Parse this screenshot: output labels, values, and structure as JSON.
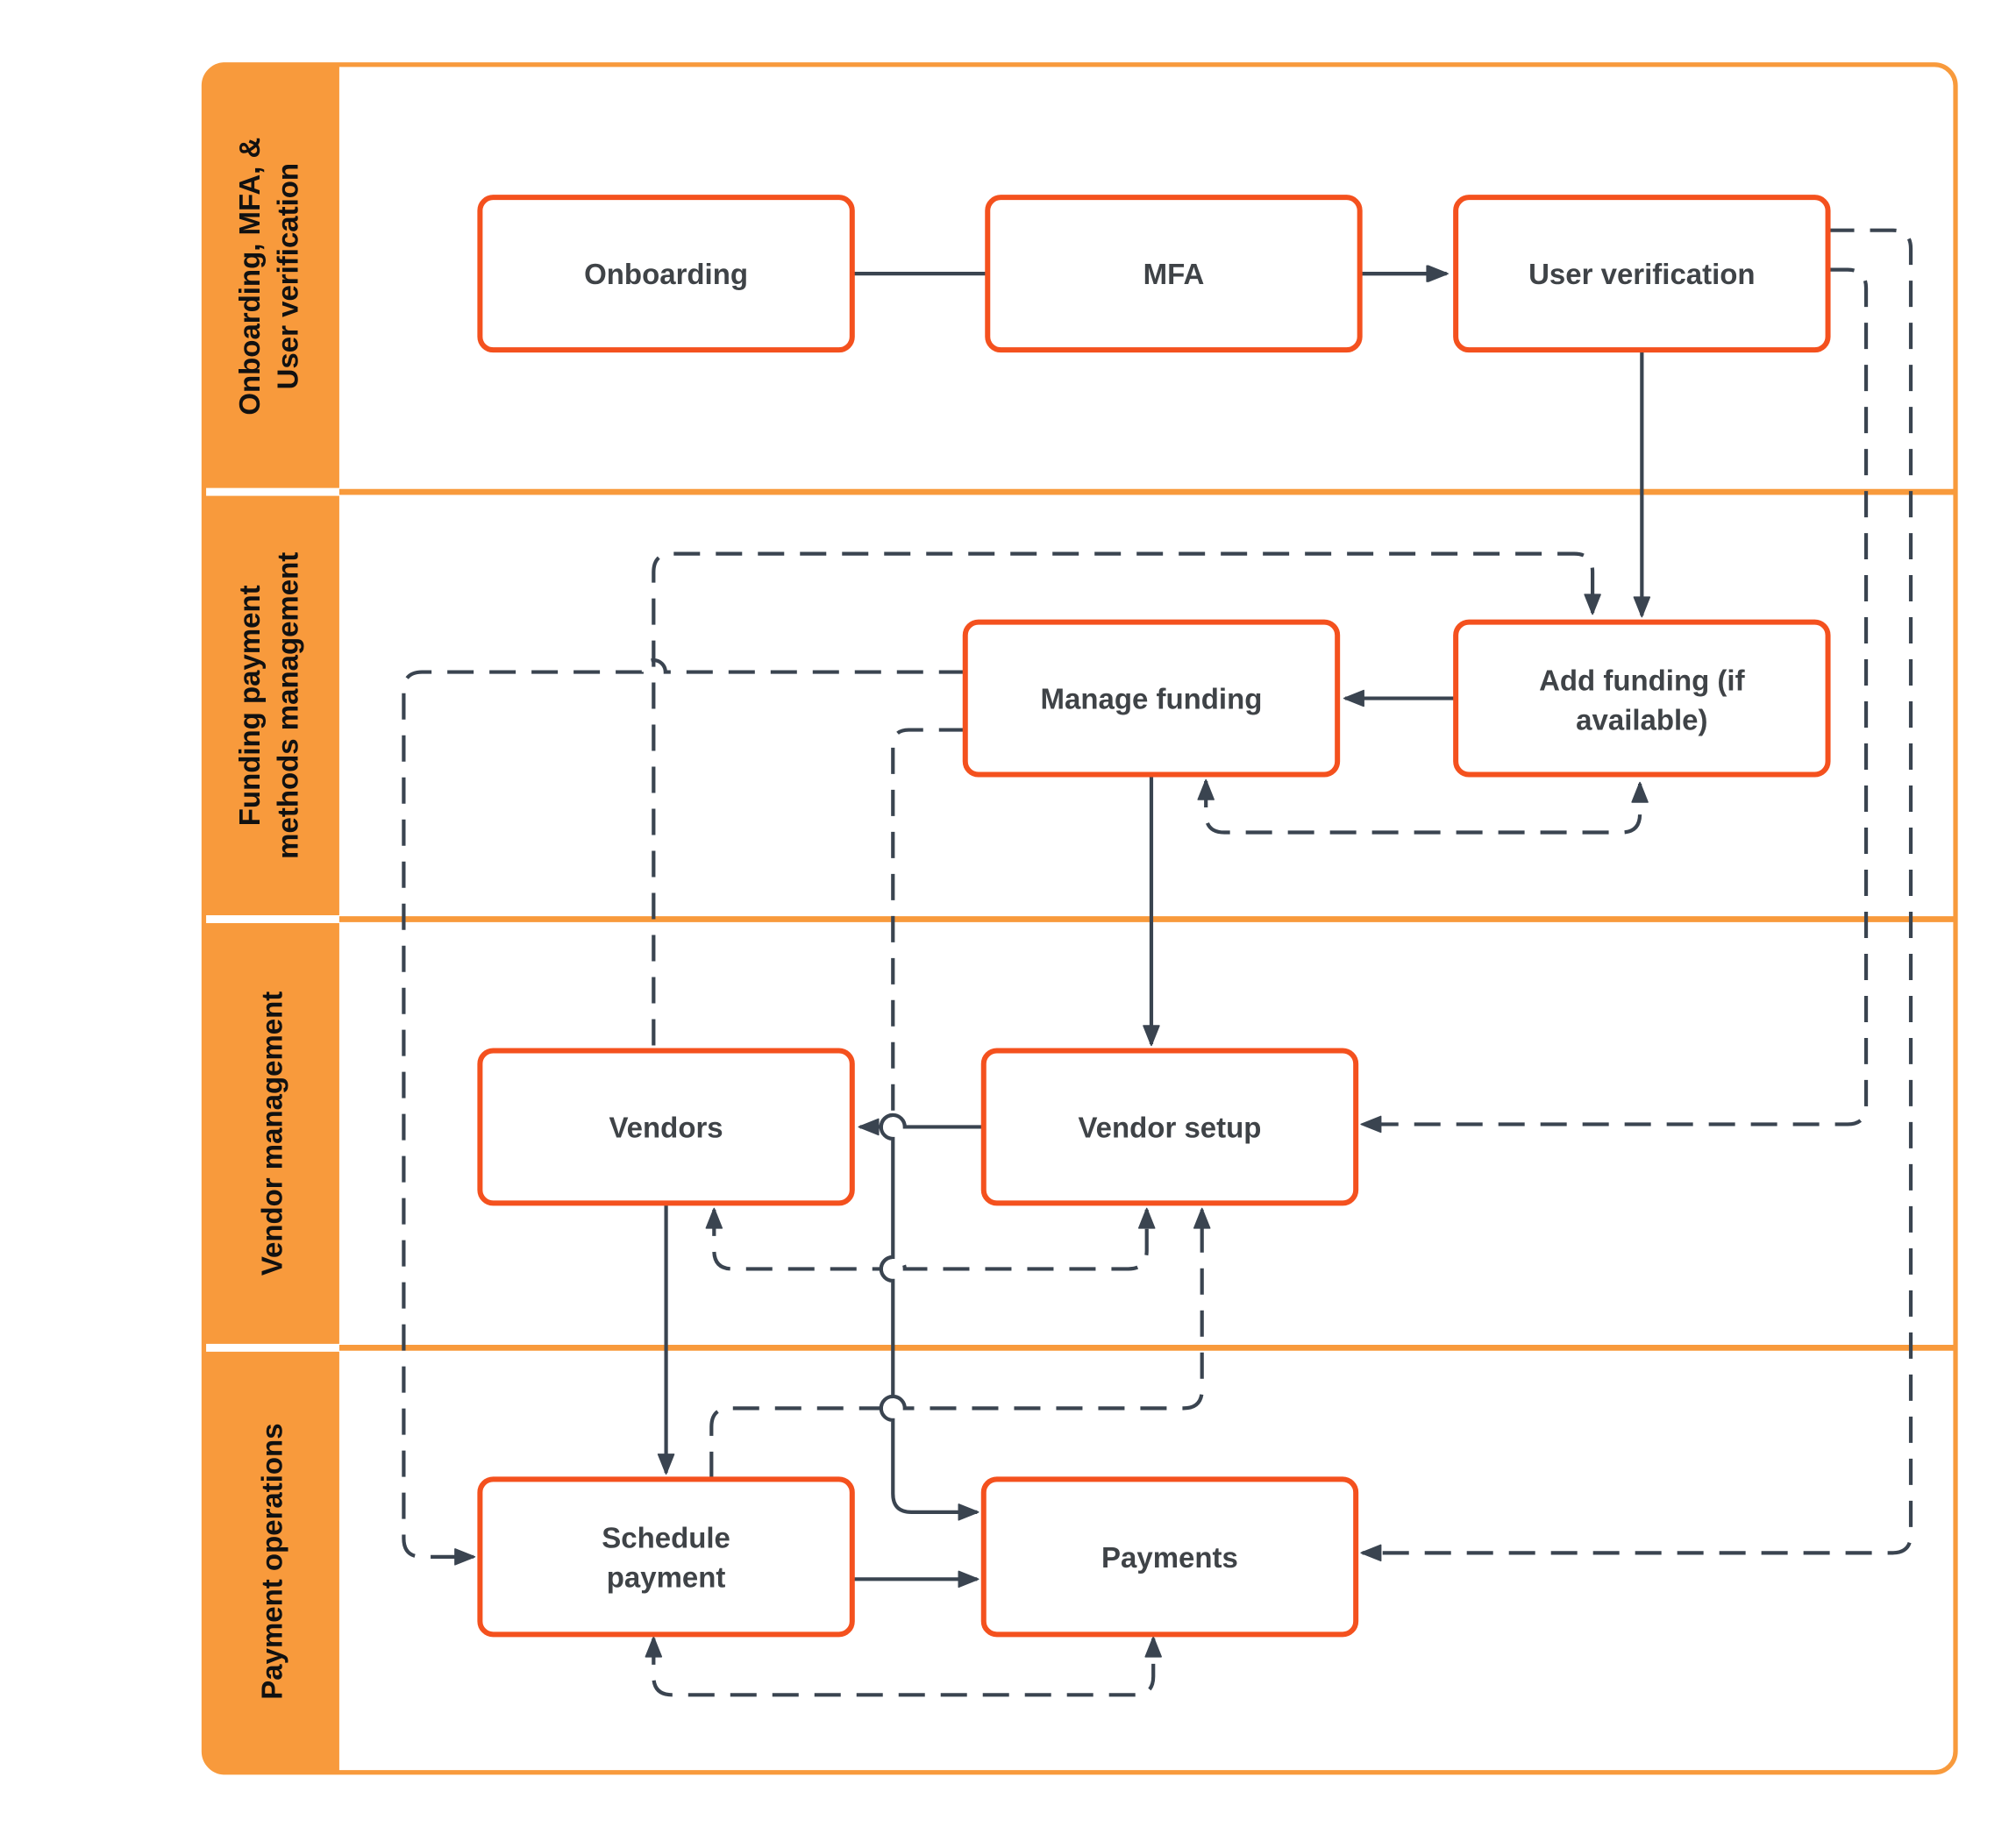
{
  "colors": {
    "lane_orange": "#F89A3C",
    "node_border_orange": "#F4511E",
    "connector_slate": "#3A4450",
    "node_text": "#3F4347",
    "lane_label_text": "#111111",
    "background": "#FFFFFF"
  },
  "lanes": [
    {
      "id": "lane-1",
      "label": "Onboarding, MFA, & User verification",
      "lines": [
        "Onboarding, MFA, &",
        "User verification"
      ]
    },
    {
      "id": "lane-2",
      "label": "Funding payment methods management",
      "lines": [
        "Funding payment",
        "methods management"
      ]
    },
    {
      "id": "lane-3",
      "label": "Vendor management",
      "lines": [
        "Vendor management"
      ]
    },
    {
      "id": "lane-4",
      "label": "Payment operations",
      "lines": [
        "Payment operations"
      ]
    }
  ],
  "nodes": {
    "onboarding": {
      "label": "Onboarding",
      "lines": [
        "Onboarding"
      ],
      "lane": "lane-1"
    },
    "mfa": {
      "label": "MFA",
      "lines": [
        "MFA"
      ],
      "lane": "lane-1"
    },
    "user_verification": {
      "label": "User verification",
      "lines": [
        "User verification"
      ],
      "lane": "lane-1"
    },
    "manage_funding": {
      "label": "Manage funding",
      "lines": [
        "Manage funding"
      ],
      "lane": "lane-2"
    },
    "add_funding": {
      "label": "Add funding (if available)",
      "lines": [
        "Add funding (if",
        "available)"
      ],
      "lane": "lane-2"
    },
    "vendors": {
      "label": "Vendors",
      "lines": [
        "Vendors"
      ],
      "lane": "lane-3"
    },
    "vendor_setup": {
      "label": "Vendor setup",
      "lines": [
        "Vendor setup"
      ],
      "lane": "lane-3"
    },
    "schedule_payment": {
      "label": "Schedule payment",
      "lines": [
        "Schedule",
        "payment"
      ],
      "lane": "lane-4"
    },
    "payments": {
      "label": "Payments",
      "lines": [
        "Payments"
      ],
      "lane": "lane-4"
    }
  },
  "edges": [
    {
      "from": "onboarding",
      "to": "mfa",
      "style": "solid"
    },
    {
      "from": "mfa",
      "to": "user_verification",
      "style": "solid"
    },
    {
      "from": "user_verification",
      "to": "add_funding",
      "style": "solid"
    },
    {
      "from": "add_funding",
      "to": "manage_funding",
      "style": "solid"
    },
    {
      "from": "manage_funding",
      "to": "vendor_setup",
      "style": "solid"
    },
    {
      "from": "vendor_setup",
      "to": "vendors",
      "style": "solid"
    },
    {
      "from": "vendors",
      "to": "schedule_payment",
      "style": "solid"
    },
    {
      "from": "schedule_payment",
      "to": "payments",
      "style": "solid"
    },
    {
      "from": "manage_funding",
      "to": "payments",
      "style": "dashed-to-solid"
    },
    {
      "from": "vendors",
      "to": "add_funding",
      "style": "dashed"
    },
    {
      "from": "manage_funding",
      "to": "schedule_payment",
      "style": "dashed"
    },
    {
      "from": "manage_funding",
      "to": "add_funding",
      "style": "dashed",
      "bidirectional": true
    },
    {
      "from": "vendors",
      "to": "vendor_setup",
      "style": "dashed",
      "bidirectional": true
    },
    {
      "from": "schedule_payment",
      "to": "vendor_setup",
      "style": "dashed"
    },
    {
      "from": "schedule_payment",
      "to": "payments",
      "style": "dashed",
      "bidirectional": true
    },
    {
      "from": "user_verification",
      "to": "vendor_setup",
      "style": "dashed"
    },
    {
      "from": "user_verification",
      "to": "payments",
      "style": "dashed"
    }
  ]
}
